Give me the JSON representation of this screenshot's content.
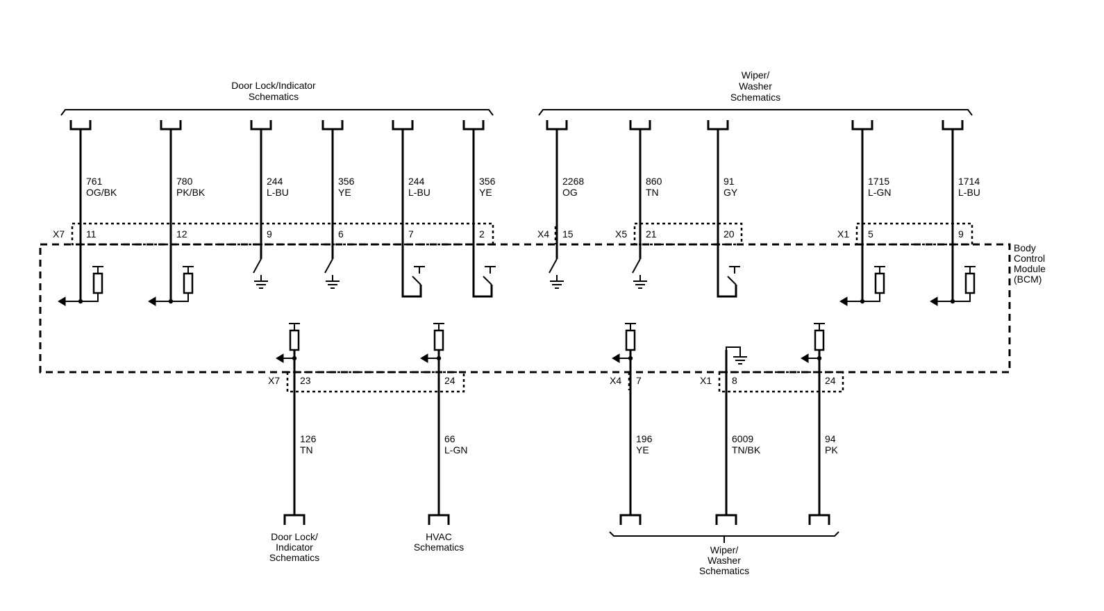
{
  "groups": {
    "top_left": [
      "Door Lock/Indicator",
      "Schematics"
    ],
    "top_right": [
      "Wiper/",
      "Washer",
      "Schematics"
    ],
    "bottom_right": [
      "Wiper/",
      "Washer",
      "Schematics"
    ]
  },
  "module": {
    "label_lines": [
      "Body",
      "Control",
      "Module",
      "(BCM)"
    ]
  },
  "connectors": {
    "top": [
      "X7",
      "X4",
      "X5",
      "X1"
    ],
    "bottom": [
      "X7",
      "X4",
      "X1"
    ]
  },
  "top_wires": [
    {
      "circuit": "761",
      "color": "OG/BK",
      "pin": "11",
      "connector": "X7",
      "type": "pullup-output"
    },
    {
      "circuit": "780",
      "color": "PK/BK",
      "pin": "12",
      "connector": "X7",
      "type": "pullup-output"
    },
    {
      "circuit": "244",
      "color": "L-BU",
      "pin": "9",
      "connector": "X7",
      "type": "switch-ground"
    },
    {
      "circuit": "356",
      "color": "YE",
      "pin": "6",
      "connector": "X7",
      "type": "switch-ground"
    },
    {
      "circuit": "244",
      "color": "L-BU",
      "pin": "7",
      "connector": "X7",
      "type": "switch-supply"
    },
    {
      "circuit": "356",
      "color": "YE",
      "pin": "2",
      "connector": "X7",
      "type": "switch-supply"
    },
    {
      "circuit": "2268",
      "color": "OG",
      "pin": "15",
      "connector": "X4",
      "type": "switch-ground"
    },
    {
      "circuit": "860",
      "color": "TN",
      "pin": "21",
      "connector": "X5",
      "type": "switch-ground"
    },
    {
      "circuit": "91",
      "color": "GY",
      "pin": "20",
      "connector": "X5",
      "type": "switch-supply"
    },
    {
      "circuit": "1715",
      "color": "L-GN",
      "pin": "5",
      "connector": "X1",
      "type": "pullup-output"
    },
    {
      "circuit": "1714",
      "color": "L-BU",
      "pin": "9",
      "connector": "X1",
      "type": "pullup-output"
    }
  ],
  "bottom_wires": [
    {
      "circuit": "126",
      "color": "TN",
      "pin": "23",
      "connector": "X7",
      "type": "pullup-output"
    },
    {
      "circuit": "66",
      "color": "L-GN",
      "pin": "24",
      "connector": "X7",
      "type": "pullup-output"
    },
    {
      "circuit": "196",
      "color": "YE",
      "pin": "7",
      "connector": "X4",
      "type": "pullup-output"
    },
    {
      "circuit": "6009",
      "color": "TN/BK",
      "pin": "8",
      "connector": "X1",
      "type": "ground"
    },
    {
      "circuit": "94",
      "color": "PK",
      "pin": "24",
      "connector": "X1",
      "type": "pullup-output"
    }
  ],
  "bottom_destinations": {
    "door_lock": [
      "Door Lock/",
      "Indicator",
      "Schematics"
    ],
    "hvac": [
      "HVAC",
      "Schematics"
    ]
  }
}
